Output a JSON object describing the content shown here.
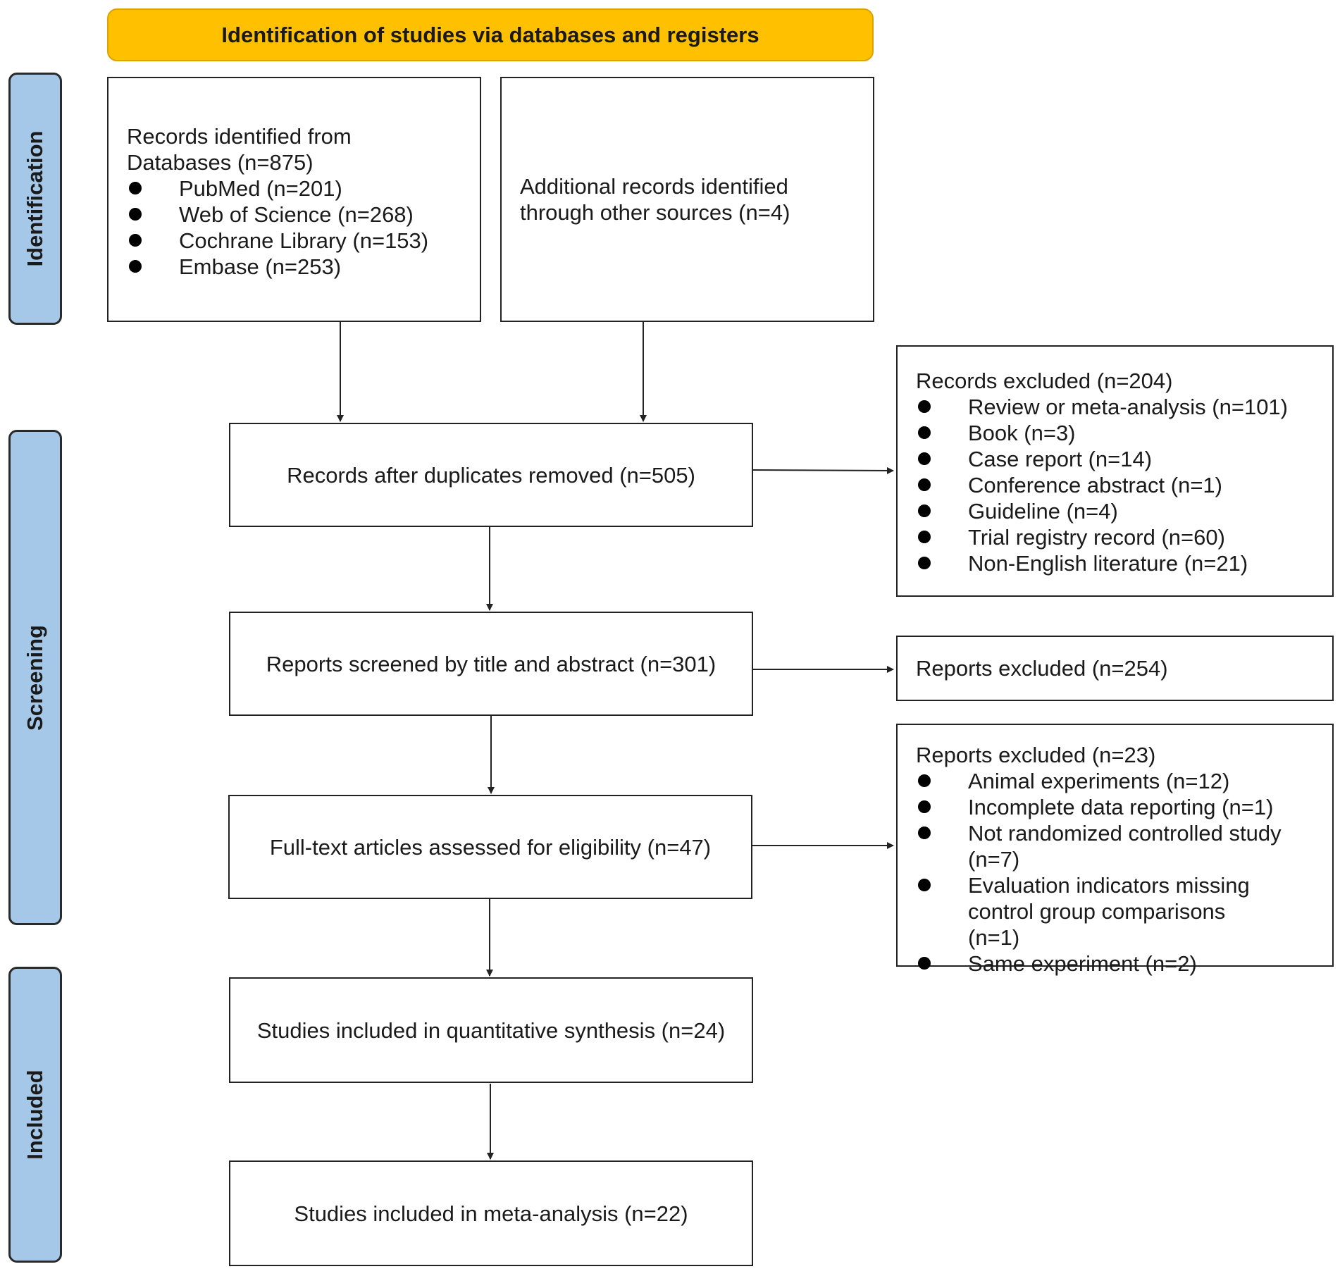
{
  "header": {
    "title": "Identification of studies via databases and registers"
  },
  "phases": {
    "identification": "Identification",
    "screening": "Screening",
    "included": "Included"
  },
  "records_identified": {
    "title": "Records identified from Databases (n=875)",
    "items": [
      "PubMed (n=201)",
      "Web of Science (n=268)",
      "Cochrane Library (n=153)",
      "Embase (n=253)"
    ]
  },
  "additional_records": {
    "text": "Additional records identified through other sources (n=4)"
  },
  "after_duplicates": {
    "text": "Records after duplicates removed (n=505)"
  },
  "records_excluded": {
    "title": "Records excluded (n=204)",
    "items": [
      "Review or meta-analysis (n=101)",
      "Book (n=3)",
      "Case report (n=14)",
      "Conference abstract (n=1)",
      "Guideline (n=4)",
      "Trial registry record (n=60)",
      "Non-English literature (n=21)"
    ]
  },
  "screened": {
    "text": "Reports screened by title and abstract (n=301)"
  },
  "reports_excluded_screening": {
    "text": "Reports excluded (n=254)"
  },
  "fulltext": {
    "text": "Full-text articles assessed for eligibility (n=47)"
  },
  "reports_excluded_fulltext": {
    "title": "Reports excluded (n=23)",
    "items": [
      "Animal experiments (n=12)",
      "Incomplete data reporting (n=1)",
      "Not randomized controlled study (n=7)",
      "Evaluation indicators missing control group comparisons (n=1)",
      "Same experiment (n=2)"
    ]
  },
  "quantitative": {
    "text": "Studies included in quantitative synthesis (n=24)"
  },
  "meta_analysis": {
    "text": "Studies included in meta-analysis (n=22)"
  },
  "colors": {
    "header": "#ffc000",
    "phase": "#a6c8e8",
    "line": "#222222"
  }
}
